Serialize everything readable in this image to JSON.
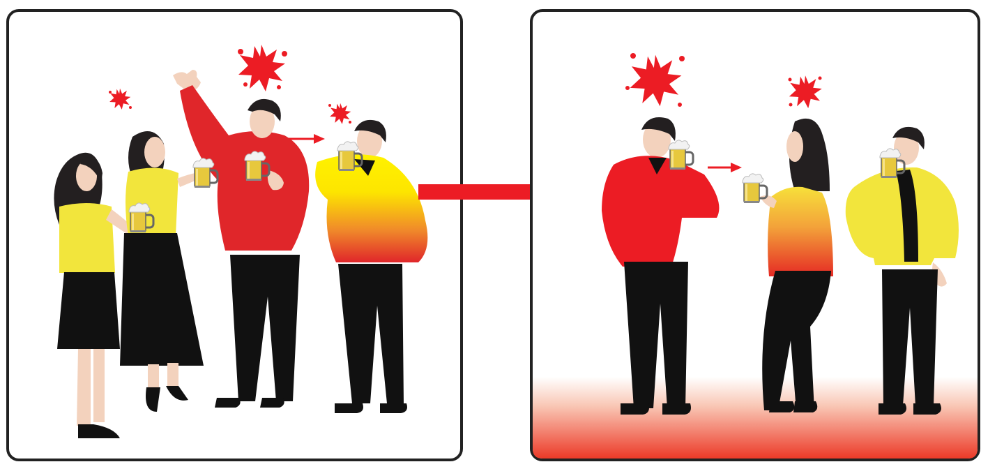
{
  "colors": {
    "frame": "#222222",
    "spread_red": "#ec1c24",
    "drinker_red": "#e53a36",
    "shirt_yellow": "#f2e53c",
    "skin": "#f3d2bd",
    "hair": "#231f20",
    "clothes_black": "#111111",
    "beer": "#e7c83d",
    "foam": "#f2f2f2",
    "floor_gradient_top": "#ffffff",
    "floor_gradient_bottom": "#ec3a28"
  },
  "icons": {
    "spread_marker": "red-burst-icon",
    "transfer_arrow": "red-arrow-icon",
    "drink": "beer-mug-icon"
  },
  "panels": [
    {
      "id": "before",
      "people": [
        {
          "id": "woman-left",
          "shirt": "yellow",
          "state": "drinking"
        },
        {
          "id": "woman-mid",
          "shirt": "yellow",
          "state": "drinking"
        },
        {
          "id": "man-waving",
          "shirt": "red",
          "state": "source"
        },
        {
          "id": "man-right",
          "shirt": "gradient-yellow-to-red",
          "state": "receiving"
        }
      ]
    },
    {
      "id": "after",
      "people": [
        {
          "id": "man-red",
          "shirt": "red",
          "state": "source"
        },
        {
          "id": "woman-gradient",
          "shirt": "gradient-yellow-to-red",
          "state": "receiving"
        },
        {
          "id": "man-yellow",
          "shirt": "yellow",
          "state": "neutral"
        }
      ]
    }
  ]
}
